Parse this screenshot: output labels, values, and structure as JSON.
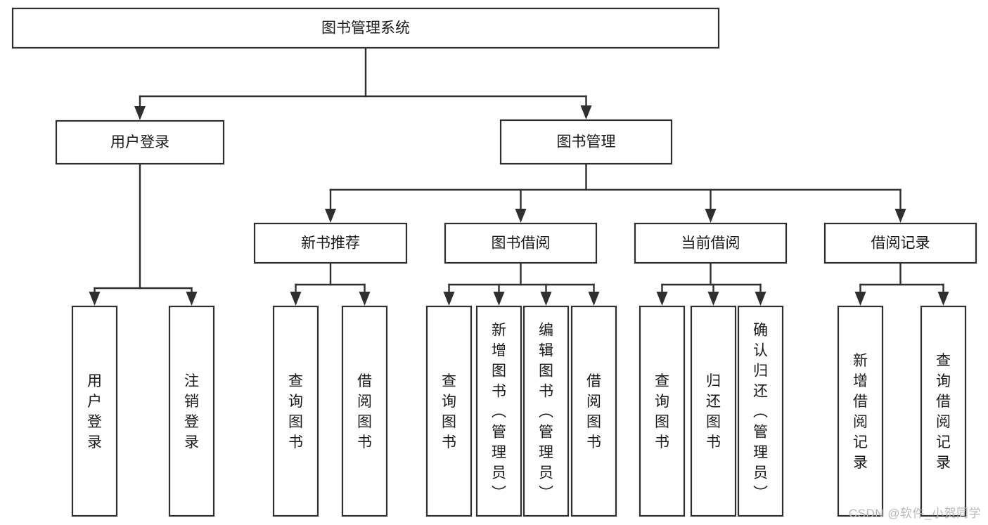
{
  "diagram": {
    "title": "图书管理系统",
    "type": "hierarchy-tree",
    "watermark": "CSDN @软件_小贺同学",
    "colors": {
      "stroke": "#2f2f2f",
      "fill": "#ffffff",
      "text": "#1a1a1a",
      "watermark": "#b9b9b9"
    },
    "levels": {
      "root": "图书管理系统",
      "level2": [
        "用户登录",
        "图书管理"
      ],
      "level3": [
        "新书推荐",
        "图书借阅",
        "当前借阅",
        "借阅记录"
      ]
    },
    "nodes": {
      "root": {
        "label": "图书管理系统",
        "orientation": "horizontal"
      },
      "n_user_login": {
        "label": "用户登录",
        "orientation": "horizontal"
      },
      "n_book_mgmt": {
        "label": "图书管理",
        "orientation": "horizontal"
      },
      "n_new_book_rec": {
        "label": "新书推荐",
        "orientation": "horizontal"
      },
      "n_book_borrow": {
        "label": "图书借阅",
        "orientation": "horizontal"
      },
      "n_current_borrow": {
        "label": "当前借阅",
        "orientation": "horizontal"
      },
      "n_borrow_record": {
        "label": "借阅记录",
        "orientation": "horizontal"
      },
      "leaf_1": {
        "label": "用户登录",
        "orientation": "vertical"
      },
      "leaf_2": {
        "label": "注销登录",
        "orientation": "vertical"
      },
      "leaf_3": {
        "label": "查询图书",
        "orientation": "vertical"
      },
      "leaf_4": {
        "label": "借阅图书",
        "orientation": "vertical"
      },
      "leaf_5": {
        "label": "查询图书",
        "orientation": "vertical"
      },
      "leaf_6": {
        "label": "新增图书（管理员）",
        "orientation": "vertical"
      },
      "leaf_7": {
        "label": "编辑图书（管理员）",
        "orientation": "vertical"
      },
      "leaf_8": {
        "label": "借阅图书",
        "orientation": "vertical"
      },
      "leaf_9": {
        "label": "查询图书",
        "orientation": "vertical"
      },
      "leaf_10": {
        "label": "归还图书",
        "orientation": "vertical"
      },
      "leaf_11": {
        "label": "确认归还（管理员）",
        "orientation": "vertical"
      },
      "leaf_12": {
        "label": "新增借阅记录",
        "orientation": "vertical"
      },
      "leaf_13": {
        "label": "查询借阅记录",
        "orientation": "vertical"
      }
    },
    "edges": [
      {
        "from": "root",
        "to": "n_user_login"
      },
      {
        "from": "root",
        "to": "n_book_mgmt"
      },
      {
        "from": "n_user_login",
        "to": "leaf_1"
      },
      {
        "from": "n_user_login",
        "to": "leaf_2"
      },
      {
        "from": "n_book_mgmt",
        "to": "n_new_book_rec"
      },
      {
        "from": "n_book_mgmt",
        "to": "n_book_borrow"
      },
      {
        "from": "n_book_mgmt",
        "to": "n_current_borrow"
      },
      {
        "from": "n_book_mgmt",
        "to": "n_borrow_record"
      },
      {
        "from": "n_new_book_rec",
        "to": "leaf_3"
      },
      {
        "from": "n_new_book_rec",
        "to": "leaf_4"
      },
      {
        "from": "n_book_borrow",
        "to": "leaf_5"
      },
      {
        "from": "n_book_borrow",
        "to": "leaf_6"
      },
      {
        "from": "n_book_borrow",
        "to": "leaf_7"
      },
      {
        "from": "n_book_borrow",
        "to": "leaf_8"
      },
      {
        "from": "n_current_borrow",
        "to": "leaf_9"
      },
      {
        "from": "n_current_borrow",
        "to": "leaf_10"
      },
      {
        "from": "n_current_borrow",
        "to": "leaf_11"
      },
      {
        "from": "n_borrow_record",
        "to": "leaf_12"
      },
      {
        "from": "n_borrow_record",
        "to": "leaf_13"
      }
    ]
  }
}
